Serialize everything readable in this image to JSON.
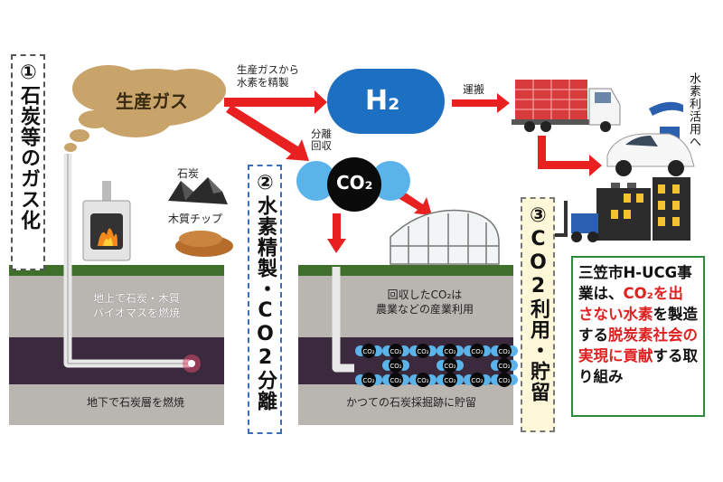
{
  "step1": {
    "label": "①石炭等のガス化"
  },
  "step2": {
    "label": "②水素精製・CO2分離"
  },
  "step3": {
    "label": "③CO2利用・貯留"
  },
  "gas_cloud": {
    "label": "生産ガス"
  },
  "fuel": {
    "coal_label": "石炭",
    "wood_label": "木質チップ"
  },
  "ground1": {
    "upper_text": "地上で石炭・木質\nバイオマスを燃焼",
    "lower_text": "地下で石炭層を燃焼"
  },
  "ground2": {
    "upper_text": "回収したCO₂は\n農業などの産業利用",
    "lower_text": "かつての石炭採掘跡に貯留"
  },
  "arrow_h2": {
    "label": "生産ガスから\n水素を精製"
  },
  "arrow_co2": {
    "label": "分離\n回収"
  },
  "h2": {
    "label": "H₂"
  },
  "co2": {
    "label": "CO₂",
    "molecule_label": "CO₂"
  },
  "transport": {
    "label": "運搬"
  },
  "hydrogen_use": {
    "label": "水素利活用へ"
  },
  "note": {
    "part1": "三笠市H-UCG事業は、",
    "part2": "CO₂を出さない水素",
    "part3": "を製造する",
    "part4": "脱炭素社会の実現に貢献",
    "part5": "する取り組み"
  },
  "colors": {
    "arrow": "#e82020",
    "h2": "#1d6fc2",
    "co2_ball": "#0a0a0a",
    "cloud": "#c9a46a",
    "note_border": "#2d8a3a"
  }
}
